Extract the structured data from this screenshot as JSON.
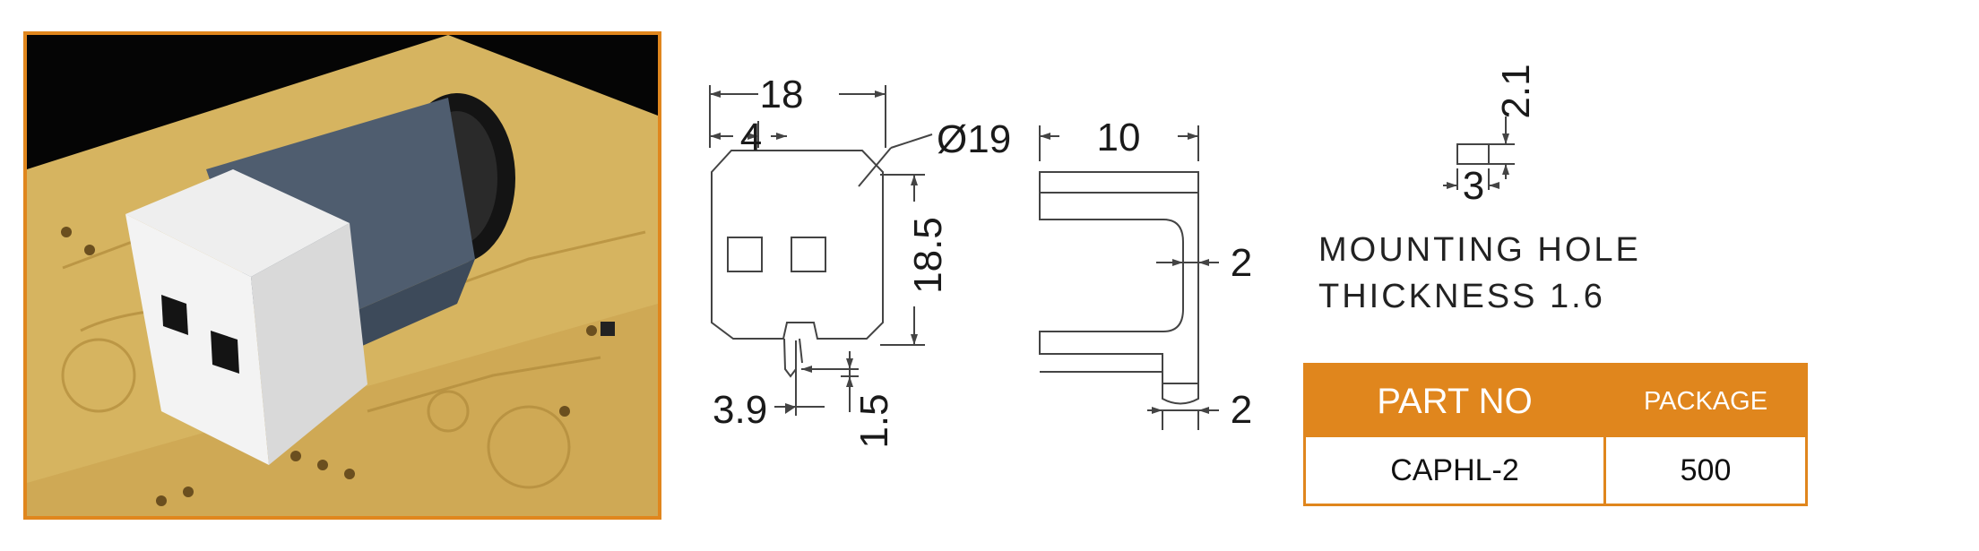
{
  "colors": {
    "accent": "#e0861d",
    "line": "#333333",
    "pcb": "#d9b96a"
  },
  "dimensions": {
    "width": "18",
    "hole_offset": "4",
    "diameter": "Ø19",
    "height": "18.5",
    "lead_offset": "3.9",
    "lead_length": "1.5",
    "depth": "10",
    "wall": "2",
    "tab": "2",
    "hole_height": "2.1",
    "hole_width": "3"
  },
  "notes": {
    "line1": "MOUNTING HOLE",
    "line2": "THICKNESS 1.6"
  },
  "table": {
    "headers": [
      "PART NO",
      "PACKAGE"
    ],
    "rows": [
      [
        "CAPHL-2",
        "500"
      ]
    ]
  }
}
